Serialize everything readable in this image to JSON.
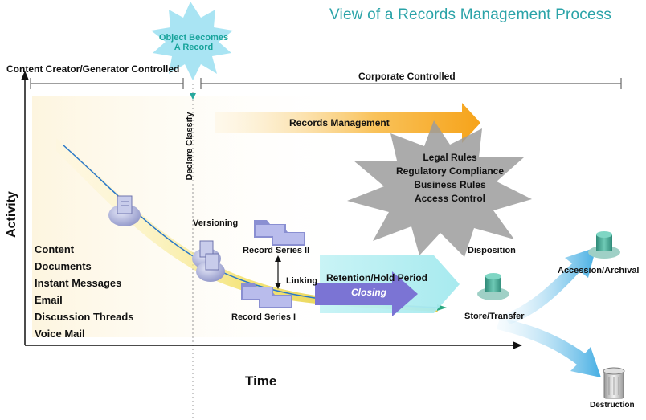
{
  "title": "View of a Records Management Process",
  "burst_label": [
    "Object Becomes",
    "A Record"
  ],
  "content_creator_label": "Content Creator/Generator Controlled",
  "corporate_label": "Corporate Controlled",
  "declare_label": "Declare Classify",
  "records_mgmt_label": "Records Management",
  "rules": [
    "Legal Rules",
    "Regulatory Compliance",
    "Business Rules",
    "Access Control"
  ],
  "y_axis_label": "Activity",
  "x_axis_label": "Time",
  "content_items": [
    "Content",
    "Documents",
    "Instant Messages",
    "Email",
    "Discussion Threads",
    "Voice Mail"
  ],
  "versioning_label": "Versioning",
  "record_series_2": "Record Series II",
  "linking_label": "Linking",
  "record_series_1": "Record Series I",
  "retention_label": "Retention/Hold Period",
  "closing_label": "Closing",
  "disposition_label": "Disposition",
  "store_transfer_label": "Store/Transfer",
  "accession_label": "Accession/Archival",
  "destruction_label": "Destruction",
  "colors": {
    "title": "#2aa3a8",
    "teal_text": "#17a39b",
    "burst": "#a9e4f3",
    "orange_arrow": "#f6a31a",
    "gray_star": "#9c9c9c",
    "closing_arrow": "#7b74d4",
    "retention_box": "#aeeef0",
    "blue_arrow": "#59b8e6",
    "teal_cylinder": "#3fa08e"
  }
}
